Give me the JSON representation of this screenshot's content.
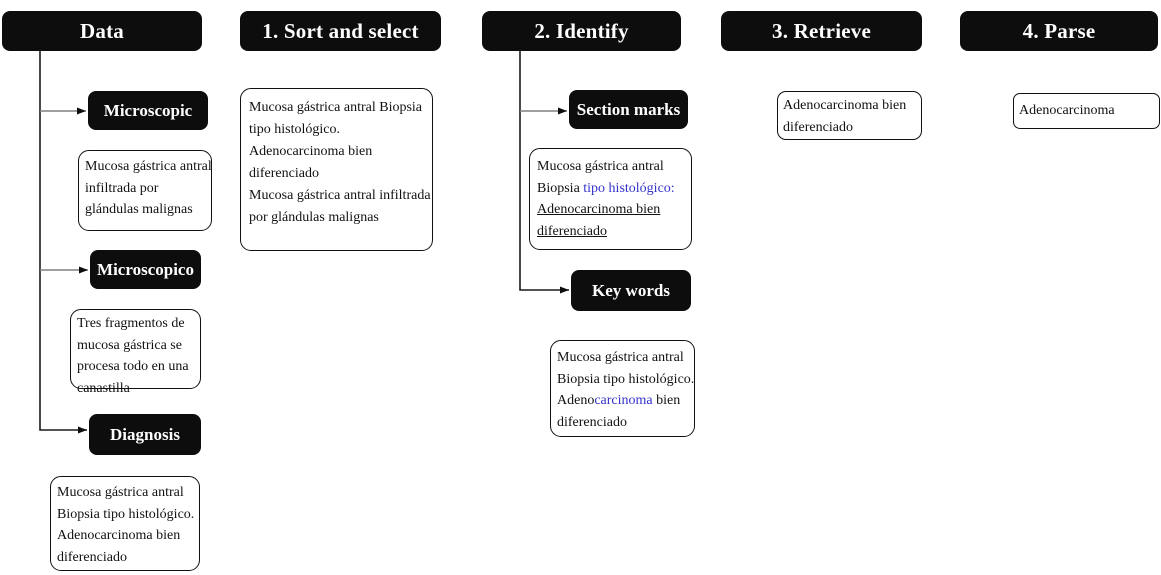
{
  "headers": {
    "data": "Data",
    "sort": "1. Sort and select",
    "identify": "2. Identify",
    "retrieve": "3. Retrieve",
    "parse": "4. Parse"
  },
  "data_column": {
    "microscopic_label": "Microscopic",
    "microscopic_lines": [
      "Mucosa gástrica antral",
      "infiltrada por",
      "glándulas malignas"
    ],
    "microscopico_label": "Microscopico",
    "microscopico_lines": [
      "Tres fragmentos de",
      "mucosa gástrica se",
      "procesa todo en una",
      "canastilla"
    ],
    "diagnosis_label": "Diagnosis",
    "diagnosis_lines": [
      "Mucosa gástrica antral",
      "Biopsia tipo histológico.",
      "Adenocarcinoma bien",
      "diferenciado"
    ]
  },
  "sort_column": {
    "box_lines": [
      "Mucosa gástrica antral Biopsia",
      "tipo histológico.",
      "Adenocarcinoma bien",
      "diferenciado",
      "Mucosa gástrica antral infiltrada",
      "por glándulas malignas"
    ]
  },
  "identify_column": {
    "section_marks_label": "Section marks",
    "section_box": {
      "line1": "Mucosa gástrica antral",
      "line2_prefix": "Biopsia ",
      "line2_blue": "tipo histológico:",
      "line3_underlined": "Adenocarcinoma bien",
      "line4_underlined": "diferenciado"
    },
    "key_words_label": "Key words",
    "keywords_box": {
      "line1": "Mucosa gástrica antral",
      "line2": "Biopsia tipo histológico.",
      "line3_prefix": "Adeno",
      "line3_blue": "carcinoma",
      "line3_suffix": " bien",
      "line4": "diferenciado"
    }
  },
  "retrieve_column": {
    "box_lines": [
      "Adenocarcinoma bien",
      "diferenciado"
    ]
  },
  "parse_column": {
    "box_lines": [
      "Adenocarcinoma"
    ]
  },
  "colors": {
    "node_fill": "#0d0d0d",
    "link_blue": "#3333cc",
    "connector_gray": "#808080",
    "connector_black": "#1a1a1a"
  }
}
